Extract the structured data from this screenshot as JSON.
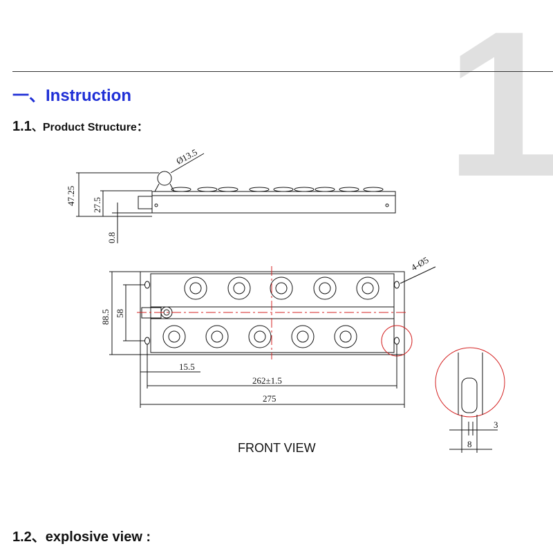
{
  "page": {
    "chapter_number": "1",
    "section_prefix": "一、",
    "section_title": "Instruction",
    "subsection_number": "1.1",
    "subsection_title": "、Product Structure：",
    "next_section_label": "1.2、explosive view :"
  },
  "drawing": {
    "caption": "FRONT VIEW",
    "dims": {
      "diameter_top": "Ø13.5",
      "height_total": "47.25",
      "height_body": "27.5",
      "thickness": "0.8",
      "hole_spec": "4-Ø5",
      "width_total": "88.5",
      "row_spacing": "58",
      "end_offset": "15.5",
      "hole_span": "262±1.5",
      "length_total": "275",
      "detail_slot": "3",
      "detail_width": "8"
    }
  },
  "colors": {
    "heading_blue": "#1f2fd6",
    "chapter_gray": "#e0e0e0",
    "centerline_red": "#d42020"
  }
}
